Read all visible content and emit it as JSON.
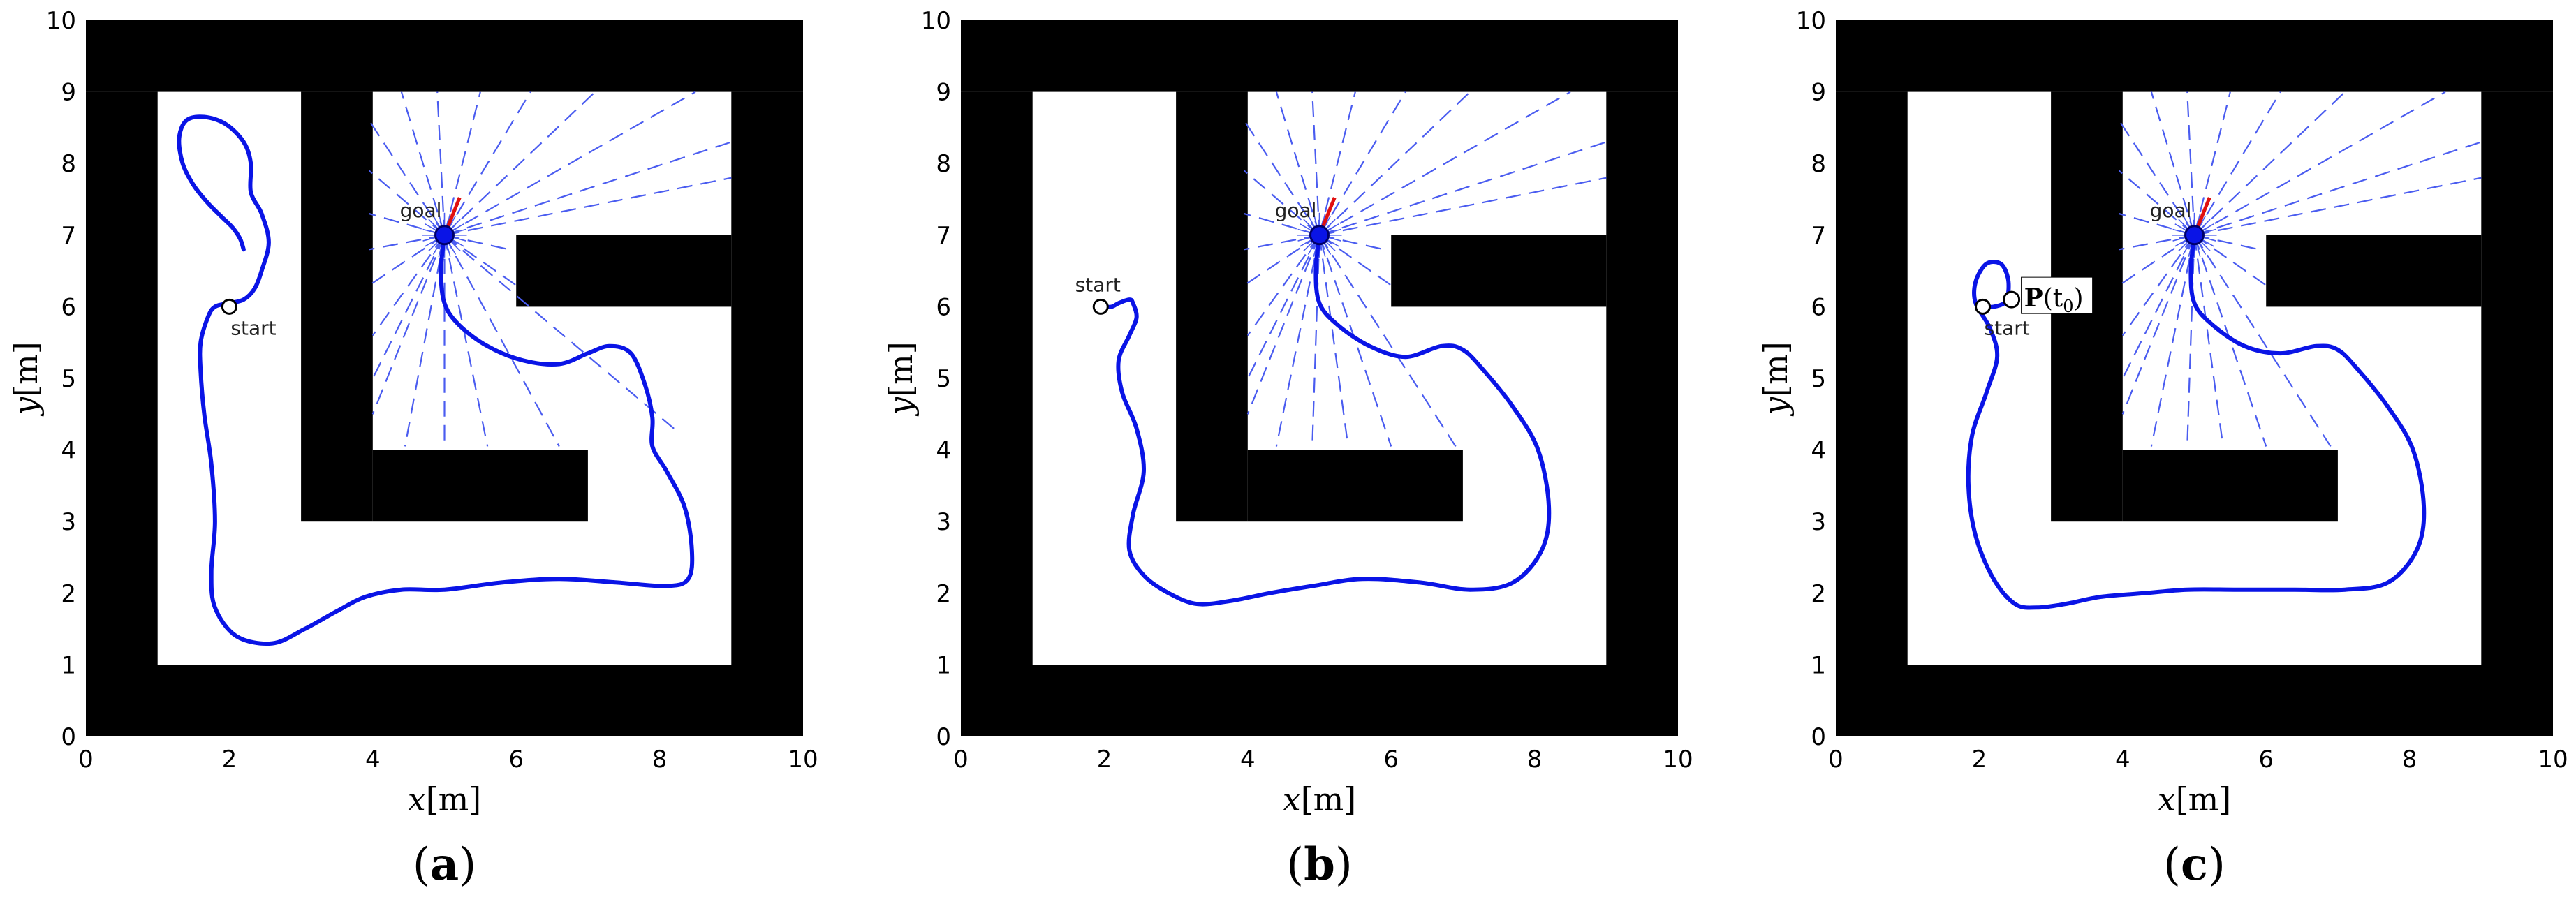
{
  "figure": {
    "panel_labels": [
      "(a)",
      "(b)",
      "(c)"
    ]
  },
  "colors": {
    "wall": "#000000",
    "free_space": "#ffffff",
    "path": "#0a14e6",
    "sensor_rays": "#4a5cf0",
    "heading": "#e01010",
    "goal_marker": "#0a14e6"
  },
  "icons": {
    "start": "start-marker-icon",
    "goal": "goal-marker-icon",
    "heading": "heading-arrow-icon"
  },
  "chart_data": [
    {
      "type": "line",
      "panel": "(a)",
      "xlabel": "x[m]",
      "ylabel": "y[m]",
      "xlim": [
        0,
        10
      ],
      "ylim": [
        0,
        10
      ],
      "xticks": [
        0,
        2,
        4,
        6,
        8,
        10
      ],
      "yticks": [
        0,
        1,
        2,
        3,
        4,
        5,
        6,
        7,
        8,
        9,
        10
      ],
      "grid": false,
      "legend": "none",
      "obstacles": [
        {
          "x0": 0,
          "y0": 0,
          "x1": 10,
          "y1": 1
        },
        {
          "x0": 0,
          "y0": 9,
          "x1": 10,
          "y1": 10
        },
        {
          "x0": 0,
          "y0": 1,
          "x1": 1,
          "y1": 9
        },
        {
          "x0": 9,
          "y0": 1,
          "x1": 10,
          "y1": 9
        },
        {
          "x0": 3,
          "y0": 3,
          "x1": 4,
          "y1": 9
        },
        {
          "x0": 4,
          "y0": 3,
          "x1": 7,
          "y1": 4
        },
        {
          "x0": 6,
          "y0": 6,
          "x1": 9,
          "y1": 7
        }
      ],
      "start": {
        "label": "start",
        "x": 2.0,
        "y": 6.0
      },
      "goal": {
        "label": "goal",
        "x": 5.0,
        "y": 7.0,
        "heading_deg": 68
      },
      "ray_endpoints": [
        [
          3.95,
          6.3
        ],
        [
          3.95,
          6.8
        ],
        [
          3.95,
          7.3
        ],
        [
          3.95,
          7.9
        ],
        [
          3.95,
          8.6
        ],
        [
          4.4,
          9.0
        ],
        [
          4.9,
          9.0
        ],
        [
          5.5,
          9.0
        ],
        [
          6.2,
          9.0
        ],
        [
          7.1,
          9.0
        ],
        [
          8.5,
          9.0
        ],
        [
          9.0,
          8.3
        ],
        [
          9.0,
          7.8
        ],
        [
          5.9,
          6.8
        ],
        [
          6.0,
          6.3
        ],
        [
          8.2,
          4.3
        ],
        [
          6.6,
          4.05
        ],
        [
          5.6,
          4.05
        ],
        [
          5.0,
          4.05
        ],
        [
          4.45,
          4.05
        ],
        [
          4.0,
          4.5
        ],
        [
          4.0,
          5.0
        ],
        [
          4.0,
          5.6
        ]
      ],
      "series": [
        {
          "x": [
            5.0,
            4.95,
            5.0,
            5.2,
            5.6,
            6.1,
            6.6,
            7.0,
            7.3,
            7.6,
            7.8,
            7.9,
            7.9,
            8.1,
            8.35,
            8.45,
            8.4,
            8.1,
            7.4,
            6.6,
            5.8,
            5.0,
            4.4,
            3.9,
            3.5,
            3.05,
            2.6,
            2.1,
            1.8,
            1.75,
            1.8,
            1.75,
            1.65,
            1.6,
            1.6,
            1.7,
            1.8,
            2.0,
            2.2,
            2.35,
            2.45,
            2.55,
            2.45,
            2.3,
            2.3,
            2.2,
            1.95,
            1.65,
            1.4,
            1.3,
            1.35,
            1.5,
            1.7,
            1.9,
            2.05,
            2.15,
            2.2
          ],
          "y": [
            7.0,
            6.5,
            6.05,
            5.75,
            5.45,
            5.25,
            5.2,
            5.35,
            5.45,
            5.35,
            4.9,
            4.45,
            4.05,
            3.7,
            3.2,
            2.6,
            2.2,
            2.1,
            2.15,
            2.2,
            2.15,
            2.05,
            2.05,
            1.95,
            1.75,
            1.5,
            1.3,
            1.4,
            1.8,
            2.3,
            3.0,
            3.8,
            4.5,
            5.1,
            5.5,
            5.85,
            6.0,
            6.05,
            6.1,
            6.25,
            6.5,
            6.9,
            7.3,
            7.6,
            8.0,
            8.3,
            8.55,
            8.65,
            8.6,
            8.35,
            8.0,
            7.7,
            7.45,
            7.25,
            7.1,
            6.95,
            6.8
          ]
        }
      ]
    },
    {
      "type": "line",
      "panel": "(b)",
      "xlabel": "x[m]",
      "ylabel": "y[m]",
      "xlim": [
        0,
        10
      ],
      "ylim": [
        0,
        10
      ],
      "xticks": [
        0,
        2,
        4,
        6,
        8,
        10
      ],
      "yticks": [
        0,
        1,
        2,
        3,
        4,
        5,
        6,
        7,
        8,
        9,
        10
      ],
      "grid": false,
      "legend": "none",
      "obstacles": [
        {
          "x0": 0,
          "y0": 0,
          "x1": 10,
          "y1": 1
        },
        {
          "x0": 0,
          "y0": 9,
          "x1": 10,
          "y1": 10
        },
        {
          "x0": 0,
          "y0": 1,
          "x1": 1,
          "y1": 9
        },
        {
          "x0": 9,
          "y0": 1,
          "x1": 10,
          "y1": 9
        },
        {
          "x0": 3,
          "y0": 3,
          "x1": 4,
          "y1": 9
        },
        {
          "x0": 4,
          "y0": 3,
          "x1": 7,
          "y1": 4
        },
        {
          "x0": 6,
          "y0": 6,
          "x1": 9,
          "y1": 7
        }
      ],
      "start": {
        "label": "start",
        "x": 1.95,
        "y": 6.0
      },
      "goal": {
        "label": "goal",
        "x": 5.0,
        "y": 7.0,
        "heading_deg": 68
      },
      "ray_endpoints": [
        [
          3.95,
          6.3
        ],
        [
          3.95,
          6.8
        ],
        [
          3.95,
          7.3
        ],
        [
          3.95,
          7.9
        ],
        [
          3.95,
          8.6
        ],
        [
          4.4,
          9.0
        ],
        [
          4.9,
          9.0
        ],
        [
          5.5,
          9.0
        ],
        [
          6.2,
          9.0
        ],
        [
          7.1,
          9.0
        ],
        [
          8.5,
          9.0
        ],
        [
          9.0,
          8.3
        ],
        [
          9.0,
          7.8
        ],
        [
          5.9,
          6.8
        ],
        [
          6.0,
          6.3
        ],
        [
          6.9,
          4.05
        ],
        [
          6.0,
          4.05
        ],
        [
          5.4,
          4.05
        ],
        [
          4.9,
          4.05
        ],
        [
          4.4,
          4.05
        ],
        [
          4.0,
          4.5
        ],
        [
          4.0,
          5.0
        ],
        [
          4.0,
          5.6
        ]
      ],
      "series": [
        {
          "x": [
            5.0,
            4.95,
            5.0,
            5.25,
            5.7,
            6.2,
            6.7,
            7.0,
            7.3,
            7.7,
            8.05,
            8.2,
            8.1,
            7.7,
            7.1,
            6.4,
            5.6,
            4.9,
            4.3,
            3.8,
            3.3,
            2.9,
            2.55,
            2.35,
            2.4,
            2.55,
            2.45,
            2.25,
            2.2,
            2.35,
            2.45,
            2.4,
            2.35,
            2.2,
            2.1,
            1.95
          ],
          "y": [
            7.0,
            6.5,
            6.05,
            5.75,
            5.45,
            5.3,
            5.45,
            5.4,
            5.1,
            4.6,
            4.0,
            3.2,
            2.6,
            2.15,
            2.05,
            2.15,
            2.2,
            2.1,
            2.0,
            1.9,
            1.85,
            2.0,
            2.25,
            2.6,
            3.1,
            3.7,
            4.3,
            4.8,
            5.25,
            5.6,
            5.85,
            6.05,
            6.1,
            6.05,
            6.0,
            6.0
          ]
        }
      ]
    },
    {
      "type": "line",
      "panel": "(c)",
      "xlabel": "x[m]",
      "ylabel": "y[m]",
      "xlim": [
        0,
        10
      ],
      "ylim": [
        0,
        10
      ],
      "xticks": [
        0,
        2,
        4,
        6,
        8,
        10
      ],
      "yticks": [
        0,
        1,
        2,
        3,
        4,
        5,
        6,
        7,
        8,
        9,
        10
      ],
      "grid": false,
      "legend": "none",
      "obstacles": [
        {
          "x0": 0,
          "y0": 0,
          "x1": 10,
          "y1": 1
        },
        {
          "x0": 0,
          "y0": 9,
          "x1": 10,
          "y1": 10
        },
        {
          "x0": 0,
          "y0": 1,
          "x1": 1,
          "y1": 9
        },
        {
          "x0": 9,
          "y0": 1,
          "x1": 10,
          "y1": 9
        },
        {
          "x0": 3,
          "y0": 3,
          "x1": 4,
          "y1": 9
        },
        {
          "x0": 4,
          "y0": 3,
          "x1": 7,
          "y1": 4
        },
        {
          "x0": 6,
          "y0": 6,
          "x1": 9,
          "y1": 7
        }
      ],
      "start": {
        "label": "start",
        "x": 2.05,
        "y": 6.0
      },
      "point": {
        "label_main": "P",
        "label_arg": "t",
        "label_sub": "0",
        "x": 2.45,
        "y": 6.1
      },
      "goal": {
        "label": "goal",
        "x": 5.0,
        "y": 7.0,
        "heading_deg": 68
      },
      "ray_endpoints": [
        [
          3.95,
          6.3
        ],
        [
          3.95,
          6.8
        ],
        [
          3.95,
          7.3
        ],
        [
          3.95,
          7.9
        ],
        [
          3.95,
          8.6
        ],
        [
          4.4,
          9.0
        ],
        [
          4.9,
          9.0
        ],
        [
          5.5,
          9.0
        ],
        [
          6.2,
          9.0
        ],
        [
          7.1,
          9.0
        ],
        [
          8.5,
          9.0
        ],
        [
          9.0,
          8.3
        ],
        [
          9.0,
          7.8
        ],
        [
          5.9,
          6.8
        ],
        [
          6.0,
          6.3
        ],
        [
          6.9,
          4.05
        ],
        [
          6.0,
          4.05
        ],
        [
          5.4,
          4.05
        ],
        [
          4.9,
          4.05
        ],
        [
          4.4,
          4.05
        ],
        [
          4.0,
          4.5
        ],
        [
          4.0,
          5.0
        ],
        [
          4.0,
          5.6
        ]
      ],
      "series": [
        {
          "x": [
            5.0,
            4.95,
            5.0,
            5.25,
            5.7,
            6.2,
            6.7,
            7.0,
            7.3,
            7.7,
            8.05,
            8.2,
            8.1,
            7.7,
            7.1,
            6.4,
            5.6,
            4.9,
            4.3,
            3.7,
            3.2,
            2.8,
            2.5,
            2.2,
            1.95,
            1.85,
            1.9,
            2.1,
            2.25,
            2.15,
            1.95,
            1.95,
            2.1,
            2.3,
            2.4,
            2.4,
            2.35,
            2.2,
            2.05
          ],
          "y": [
            7.0,
            6.5,
            6.05,
            5.75,
            5.45,
            5.35,
            5.45,
            5.4,
            5.1,
            4.6,
            4.0,
            3.2,
            2.6,
            2.15,
            2.05,
            2.05,
            2.05,
            2.05,
            2.0,
            1.95,
            1.85,
            1.8,
            1.85,
            2.2,
            2.8,
            3.5,
            4.2,
            4.8,
            5.3,
            5.7,
            6.05,
            6.35,
            6.6,
            6.6,
            6.4,
            6.15,
            6.05,
            6.0,
            6.0
          ]
        }
      ]
    }
  ]
}
